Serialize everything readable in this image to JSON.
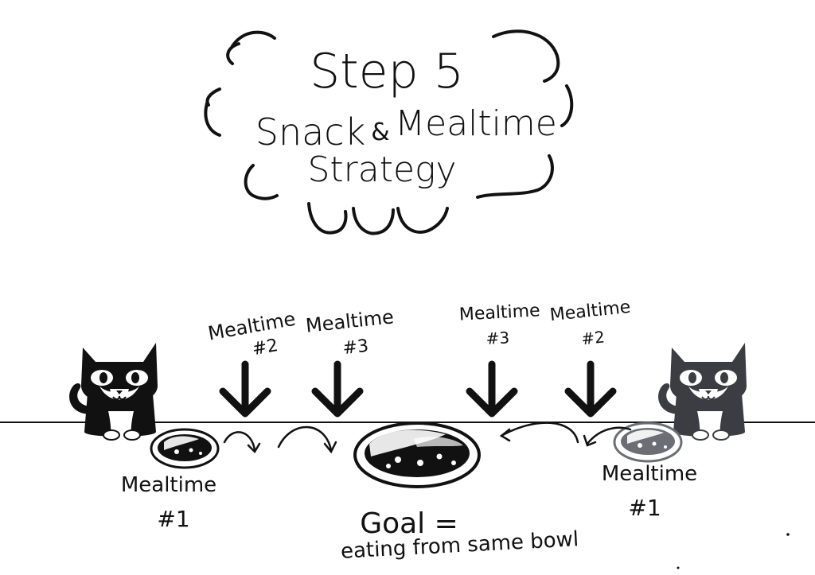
{
  "title": {
    "step": "Step 5",
    "line2_left": "Snack",
    "line2_amp": "&",
    "line2_right": "Mealtime",
    "line3": "Strategy"
  },
  "labels": {
    "left_mt2": [
      "Mealtime",
      "#2"
    ],
    "left_mt3": [
      "Mealtime",
      "#3"
    ],
    "right_mt3": [
      "Mealtime",
      "#3"
    ],
    "right_mt2": [
      "Mealtime",
      "#2"
    ],
    "left_mt1": [
      "Mealtime",
      "#1"
    ],
    "right_mt1": [
      "Mealtime",
      "#1"
    ]
  },
  "goal": {
    "line1": "Goal =",
    "line2": "eating from same bowl"
  },
  "colors": {
    "ink": "#111111",
    "cat_left": "#111111",
    "cat_right": "#3b3d42",
    "bowl_right": "#6b6e74"
  }
}
